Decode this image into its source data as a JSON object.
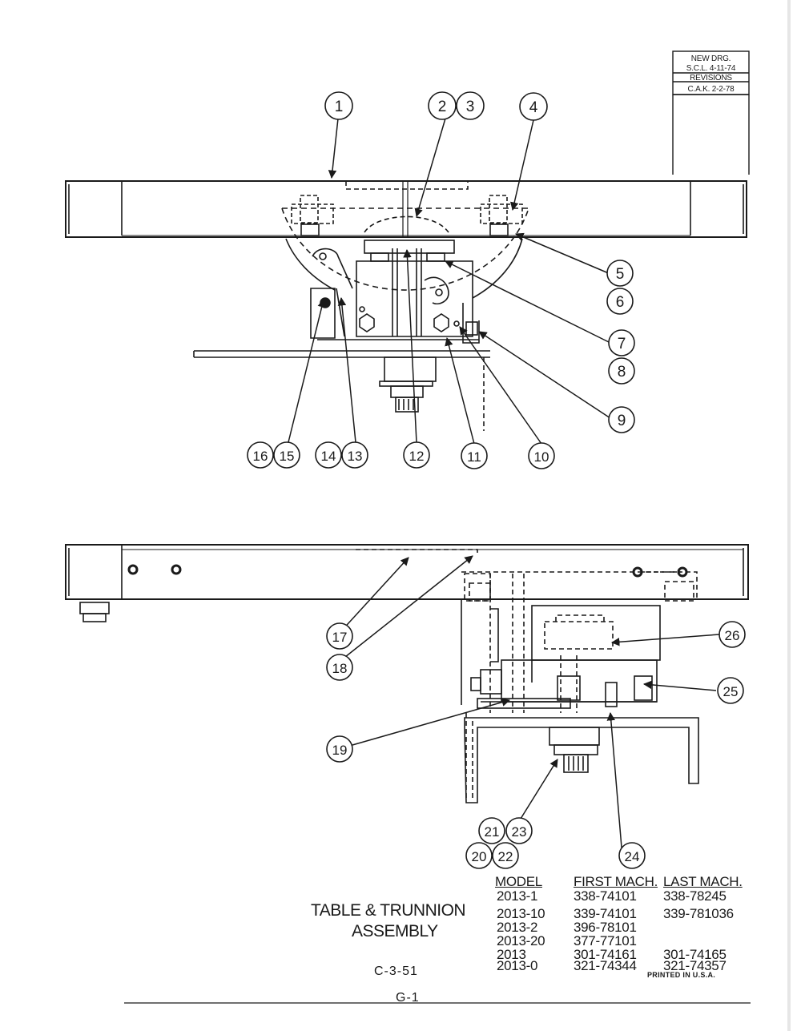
{
  "title": {
    "line1": "TABLE & TRUNNION",
    "line2": "ASSEMBLY"
  },
  "drawing_number": "C-3-51",
  "page_number": "G-1",
  "printed_note": "PRINTED IN U.S.A.",
  "revisions_box": {
    "line1": "NEW DRG.",
    "line2": "S.C.L. 4-11-74",
    "header": "REVISIONS",
    "line3": "C.A.K. 2-2-78"
  },
  "model_table": {
    "headers": [
      "MODEL",
      "FIRST MACH.",
      "LAST MACH."
    ],
    "rows": [
      {
        "model": "2013-1",
        "first": "338-74101",
        "last": "338-78245"
      },
      {
        "model": "2013-10",
        "first": "339-74101",
        "last": "339-781036"
      },
      {
        "model": "2013-2",
        "first": "396-78101",
        "last": ""
      },
      {
        "model": "2013-20",
        "first": "377-77101",
        "last": ""
      },
      {
        "model": "2013",
        "first": "301-74161",
        "last": "301-74165"
      },
      {
        "model": "2013-0",
        "first": "321-74344",
        "last": "321-74357"
      }
    ]
  },
  "callouts": [
    "1",
    "2",
    "3",
    "4",
    "5",
    "6",
    "7",
    "8",
    "9",
    "10",
    "11",
    "12",
    "13",
    "14",
    "15",
    "16",
    "17",
    "18",
    "19",
    "20",
    "21",
    "22",
    "23",
    "24",
    "25",
    "26"
  ]
}
